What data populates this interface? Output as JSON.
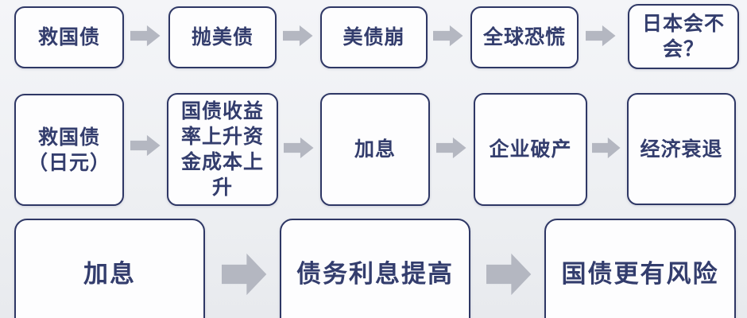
{
  "colors": {
    "background": "#eef0f3",
    "box_fill": "#fdfdfe",
    "box_border": "#2e3765",
    "text": "#333d6d",
    "arrow": "#b4b7c1"
  },
  "icons": {
    "flow_arrow": "right-block-arrow"
  },
  "flowchart": {
    "row1": {
      "nodes": [
        "救国债",
        "抛美债",
        "美债崩",
        "全球恐慌",
        "日本会不\n会？"
      ]
    },
    "row2": {
      "nodes": [
        "救国债\n（日元）",
        "国债收益\n率上升资\n金成本上\n升",
        "加息",
        "企业破产",
        "经济衰退"
      ]
    },
    "row3": {
      "nodes": [
        "加息",
        "债务利息提高",
        "国债更有风险"
      ]
    }
  }
}
